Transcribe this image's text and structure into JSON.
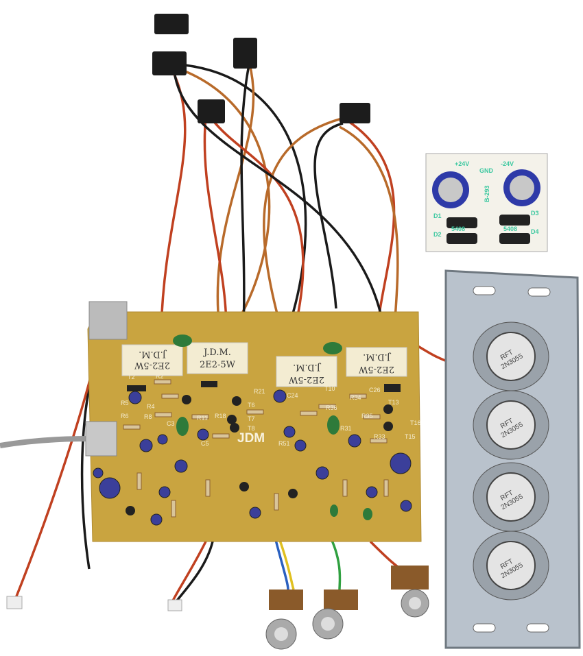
{
  "pcb": {
    "brand": "JDM",
    "power_resistors": [
      {
        "line1": "J.D.M.",
        "line2": "2E2-5W"
      },
      {
        "line1": "J.D.M.",
        "line2": "2E2-5W"
      },
      {
        "line1": "J.D.M.",
        "line2": "2E2-5W"
      },
      {
        "line1": "J.D.M.",
        "line2": "2E2-5W"
      }
    ],
    "designators": [
      "T2",
      "R2",
      "R4",
      "R5",
      "R6",
      "R8",
      "R11",
      "R18",
      "R21",
      "T6",
      "T7",
      "T8",
      "C3",
      "C5",
      "C24",
      "T10",
      "R34",
      "C26",
      "R36",
      "T13",
      "R35",
      "R31",
      "R33",
      "T15",
      "T16",
      "R51"
    ],
    "board_color": "#c9a440"
  },
  "power_board": {
    "pos_label": "+24V",
    "gnd_label": "GND",
    "neg_label": "-24V",
    "model": "B-293",
    "diodes": [
      "D1",
      "D2",
      "D3",
      "D4"
    ],
    "diode_part": "5408"
  },
  "heatsink": {
    "transistors": [
      {
        "brand": "RFT",
        "part": "2N3055"
      },
      {
        "brand": "RFT",
        "part": "2N3055"
      },
      {
        "brand": "RFT",
        "part": "2N3055"
      },
      {
        "brand": "RFT",
        "part": "2N3055"
      }
    ]
  }
}
